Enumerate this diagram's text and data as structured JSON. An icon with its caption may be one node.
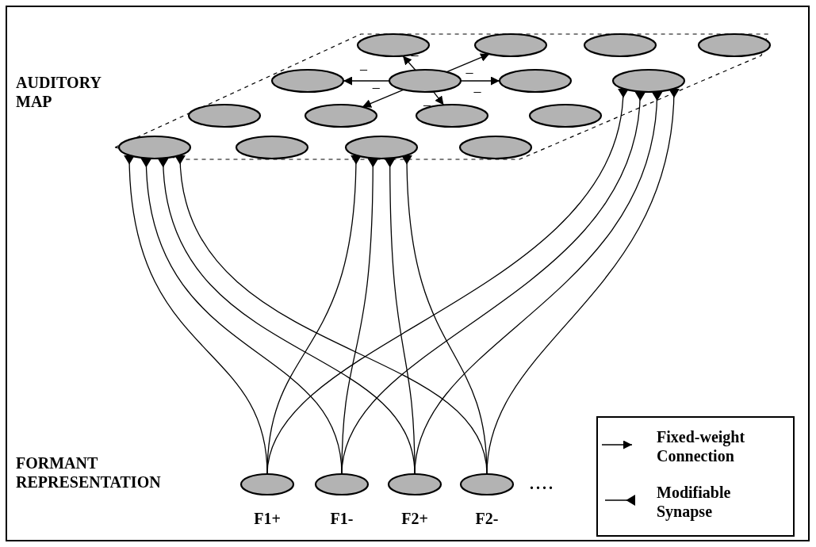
{
  "diagram": {
    "nodes": [
      {
        "text": [],
        "shape": "ellipse"
      },
      {
        "text": [],
        "shape": "ellipse"
      },
      {
        "text": [],
        "shape": "ellipse"
      },
      {
        "text": [],
        "shape": "ellipse"
      },
      {
        "text": [],
        "shape": "ellipse"
      },
      {
        "text": [],
        "shape": "ellipse"
      },
      {
        "text": [],
        "shape": "ellipse"
      },
      {
        "text": [],
        "shape": "ellipse"
      },
      {
        "text": [],
        "shape": "ellipse"
      },
      {
        "text": [],
        "shape": "ellipse"
      },
      {
        "text": [],
        "shape": "ellipse"
      },
      {
        "text": [],
        "shape": "ellipse"
      },
      {
        "text": [],
        "shape": "ellipse"
      },
      {
        "text": [],
        "shape": "ellipse"
      },
      {
        "text": [],
        "shape": "ellipse"
      },
      {
        "text": [],
        "shape": "ellipse"
      },
      {
        "text": [
          "F1+"
        ]
      },
      {
        "text": [
          "F1-"
        ]
      },
      {
        "text": [
          "F2+"
        ]
      },
      {
        "text": [
          "F2-"
        ]
      }
    ],
    "edges": [
      {
        "from": 5,
        "to": 0,
        "arrow": "to",
        "label": "–"
      },
      {
        "from": 5,
        "to": 1,
        "arrow": "to",
        "label": "–"
      },
      {
        "from": 5,
        "to": 4,
        "arrow": "to",
        "label": "–"
      },
      {
        "from": 5,
        "to": 6,
        "arrow": "to",
        "label": "–"
      },
      {
        "from": 5,
        "to": 9,
        "arrow": "to",
        "label": "–"
      },
      {
        "from": 5,
        "to": 10,
        "arrow": "to",
        "label": "–"
      },
      {
        "from": 16,
        "to": 12,
        "arrow": "other"
      },
      {
        "from": 16,
        "to": 14,
        "arrow": "other"
      },
      {
        "from": 16,
        "to": 7,
        "arrow": "other"
      },
      {
        "from": 17,
        "to": 12,
        "arrow": "other"
      },
      {
        "from": 17,
        "to": 14,
        "arrow": "other"
      },
      {
        "from": 17,
        "to": 7,
        "arrow": "other"
      },
      {
        "from": 18,
        "to": 12,
        "arrow": "other"
      },
      {
        "from": 18,
        "to": 14,
        "arrow": "other"
      },
      {
        "from": 18,
        "to": 7,
        "arrow": "other"
      },
      {
        "from": 19,
        "to": 12,
        "arrow": "other"
      },
      {
        "from": 19,
        "to": 14,
        "arrow": "other"
      },
      {
        "from": 19,
        "to": 7,
        "arrow": "other"
      }
    ],
    "labels": [
      "AUDITORY MAP",
      "FORMANT REPRESENTATION",
      "...."
    ],
    "legend": [
      {
        "text": "Fixed-weight Connection"
      },
      {
        "text": "Modifiable Synapse"
      }
    ]
  }
}
